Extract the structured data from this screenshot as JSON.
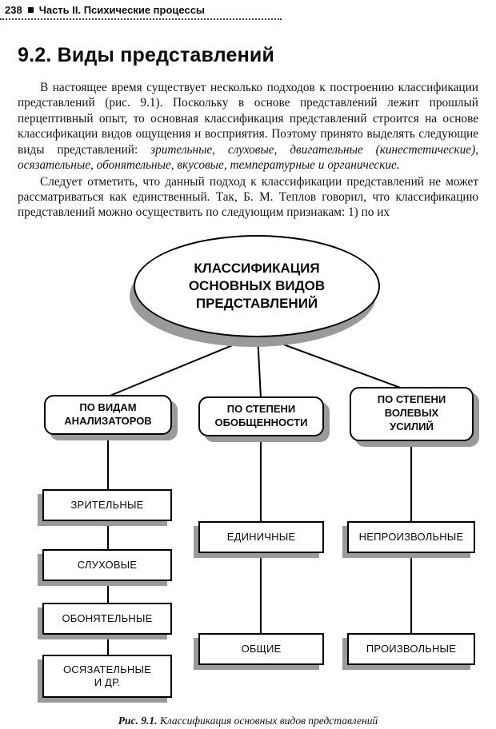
{
  "colors": {
    "ink": "#111111",
    "shadow_gray": "#9a9a9a",
    "paper": "#ffffff"
  },
  "header": {
    "page_number": "238",
    "chapter": "Часть II. Психические процессы"
  },
  "section": {
    "title": "9.2. Виды представлений"
  },
  "paragraphs": {
    "p1_normal": "В настоящее время существует несколько подходов к построению классификации представлений (рис. 9.1). Поскольку в основе представлений лежит прошлый перцептивный опыт, то основная классификация представлений строится на основе классификации видов ощущения и восприятия. Поэтому принято выделять следующие виды представлений: ",
    "p1_italic": "зрительные, слуховые, двигательные (кинестетические), осязательные, обонятельные, вкусовые, температурные и органические.",
    "p2": "Следует отметить, что данный подход к классификации представлений не может рассматриваться как единственный. Так, Б. М. Теплов говорил, что классификацию представлений можно осуществить по следующим признакам: 1) по их"
  },
  "diagram": {
    "root": "КЛАССИФИКАЦИЯ ОСНОВНЫХ ВИДОВ ПРЕДСТАВЛЕНИЙ",
    "branches": [
      {
        "label": "ПО ВИДАМ АНАЛИЗАТОРОВ",
        "children": [
          "ЗРИТЕЛЬНЫЕ",
          "СЛУХОВЫЕ",
          "ОБОНЯТЕЛЬНЫЕ",
          "ОСЯЗАТЕЛЬНЫЕ И ДР."
        ]
      },
      {
        "label": "ПО СТЕПЕНИ ОБОБЩЕННОСТИ",
        "children": [
          "ЕДИНИЧНЫЕ",
          "ОБЩИЕ"
        ]
      },
      {
        "label": "ПО СТЕПЕНИ ВОЛЕВЫХ УСИЛИЙ",
        "children": [
          "НЕПРОИЗВОЛЬНЫЕ",
          "ПРОИЗВОЛЬНЫЕ"
        ]
      }
    ]
  },
  "caption": {
    "label": "Рис. 9.1.",
    "text": " Классификация основных видов представлений"
  }
}
